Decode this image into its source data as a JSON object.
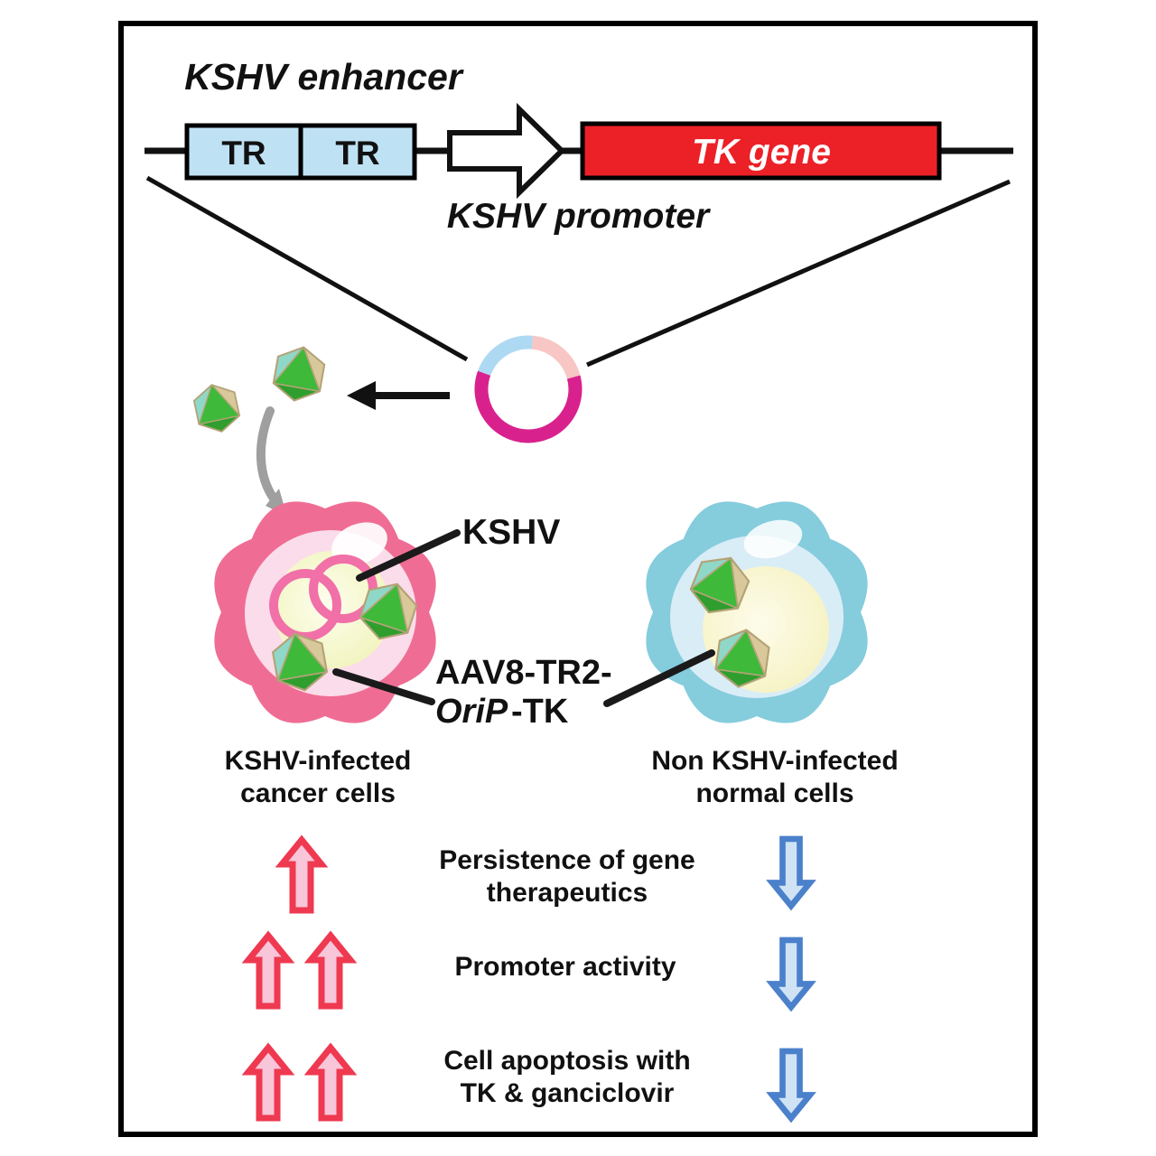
{
  "figure": {
    "background": "#ffffff",
    "frame_color": "#000000"
  },
  "construct": {
    "enhancer_label": "KSHV enhancer",
    "promoter_label": "KSHV promoter",
    "tr_box_1": "TR",
    "tr_box_2": "TR",
    "gene_label": "TK gene",
    "tr_fill": "#bfe1f4",
    "gene_fill": "#ec2027",
    "gene_text_color": "#ffffff"
  },
  "plasmid": {
    "ring_color": "#d9218e",
    "segment_blue": "#aed9f2",
    "segment_pink": "#f8c6c4"
  },
  "aav_particle": {
    "face_green": "#3eb93a",
    "face_dark_green": "#2f9e2e",
    "face_tan": "#d8c89a",
    "face_teal": "#8fd8c8"
  },
  "annotations": {
    "kshv_label": "KSHV",
    "aav_label_line1": "AAV8-TR2-",
    "aav_label_line2_italic": "OriP",
    "aav_label_line2_rest": "-TK"
  },
  "cells": {
    "infected": {
      "label_line1": "KSHV-infected",
      "label_line2": "cancer cells",
      "outer_color": "#ef6d94",
      "inner_color": "#fbdcea",
      "nucleus_color": "#f1f4bd",
      "episome_color": "#f170a8"
    },
    "normal": {
      "label_line1": "Non KSHV-infected",
      "label_line2": "normal cells",
      "outer_color": "#85ccdd",
      "inner_color": "#d9edf6",
      "nucleus_color": "#f6f4c8"
    }
  },
  "outcomes": {
    "up_arrow_stroke": "#ee3950",
    "up_arrow_fill": "#f8c5d9",
    "down_arrow_stroke": "#4b80cb",
    "down_arrow_fill": "#cfe3f5",
    "rows": [
      {
        "label_line1": "Persistence of gene",
        "label_line2": "therapeutics",
        "up_arrows": 1,
        "down_arrows": 1
      },
      {
        "label_line1": "Promoter activity",
        "label_line2": "",
        "up_arrows": 2,
        "down_arrows": 1
      },
      {
        "label_line1": "Cell apoptosis with",
        "label_line2": "TK & ganciclovir",
        "up_arrows": 2,
        "down_arrows": 1
      }
    ]
  }
}
